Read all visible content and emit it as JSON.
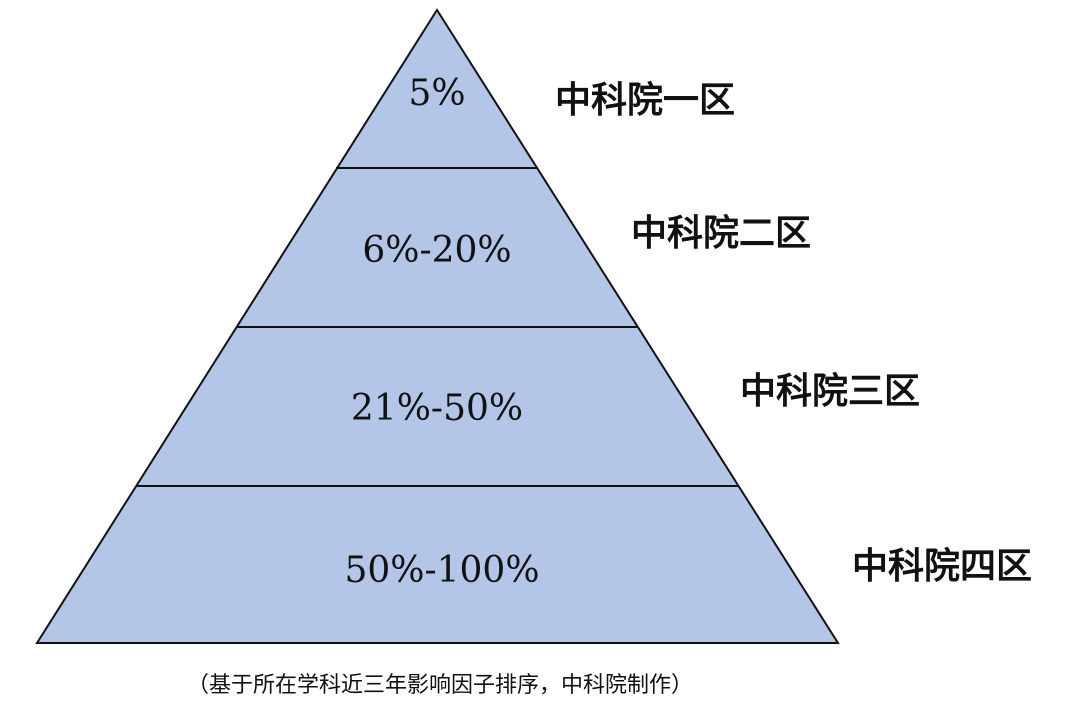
{
  "pyramid": {
    "fill_color": "#b4c6e7",
    "stroke_color": "#111111",
    "tiers": [
      {
        "range": "5%",
        "zone": "中科院一区"
      },
      {
        "range": "6%-20%",
        "zone": "中科院二区"
      },
      {
        "range": "21%-50%",
        "zone": "中科院三区"
      },
      {
        "range": "50%-100%",
        "zone": "中科院四区"
      }
    ]
  },
  "caption": "（基于所在学科近三年影响因子排序，中科院制作）"
}
